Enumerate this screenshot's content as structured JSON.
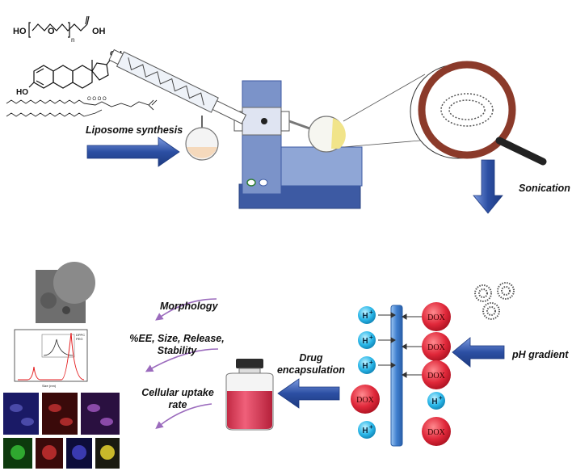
{
  "labels": {
    "liposome_synthesis": "Liposome synthesis",
    "sonication": "Sonication",
    "ph_gradient": "pH gradient",
    "drug_encapsulation_line1": "Drug",
    "drug_encapsulation_line2": "encapsulation",
    "morphology": "Morphology",
    "ee_line1": "%EE, Size, Release,",
    "ee_line2": "Stability",
    "uptake_line1": "Cellular uptake",
    "uptake_line2": "rate"
  },
  "chemistry": {
    "peg_terminal_ho": "HO",
    "peg_o": "O",
    "peg_subscript": "n",
    "peg_acid": "OH",
    "estradiol_oh": "OH",
    "estradiol_ho": "HO"
  },
  "membrane": {
    "proton": "H",
    "proton_charge": "+",
    "drug": "DOX"
  },
  "colors": {
    "arrow_blue": "#2c4fa3",
    "arrow_blue_light": "#5b7fcf",
    "evaporator_blue": "#7b93c9",
    "evaporator_dark": "#3d5aa3",
    "magnifier_rim": "#8b3a2a",
    "dox_red": "#e0283a",
    "proton_cyan": "#29b6e8",
    "purple_arrow": "#9b6bbd",
    "vial_pink": "#e8405a",
    "membrane_blue": "#4f8fd8"
  },
  "charts": {
    "size_chart_legend_1": "DPPC",
    "size_chart_legend_2": "PEG",
    "size_chart_xlabel": "Size (nm)"
  }
}
